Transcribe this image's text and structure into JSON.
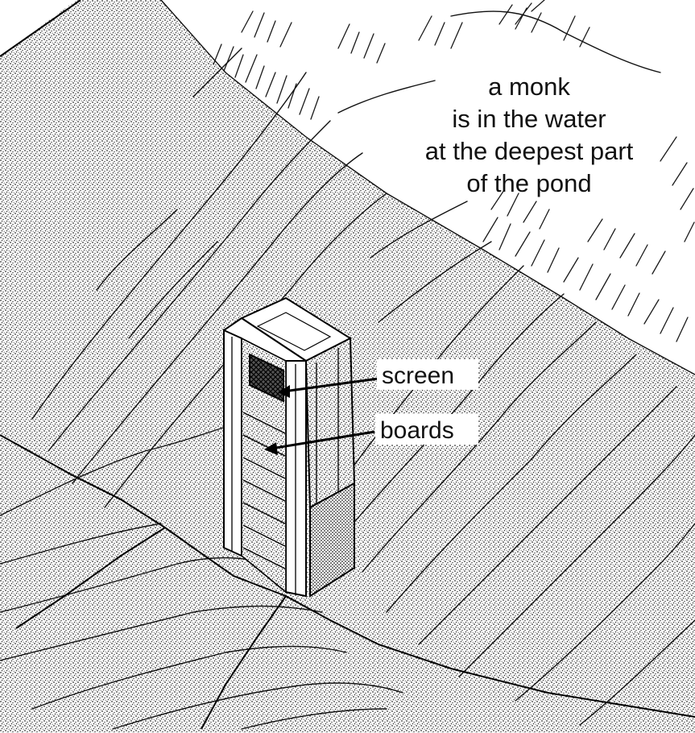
{
  "caption": {
    "lines": [
      "a monk",
      "is in the water",
      "at the deepest part",
      "of the pond"
    ]
  },
  "labels": {
    "screen": "screen",
    "boards": "boards"
  },
  "colors": {
    "ink": "#111111",
    "paper": "#ffffff"
  }
}
